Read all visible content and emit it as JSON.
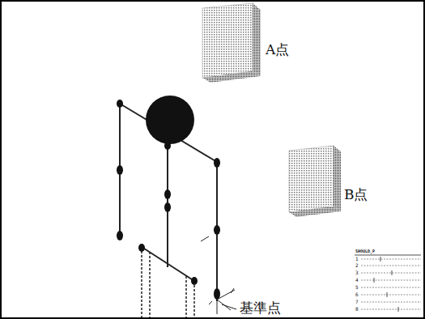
{
  "diagram": {
    "labels": [
      "A点",
      "B点",
      "基準点",
      "SHOULD_P",
      "1",
      "2",
      "3",
      "4",
      "5",
      "6",
      "7",
      "8"
    ]
  }
}
